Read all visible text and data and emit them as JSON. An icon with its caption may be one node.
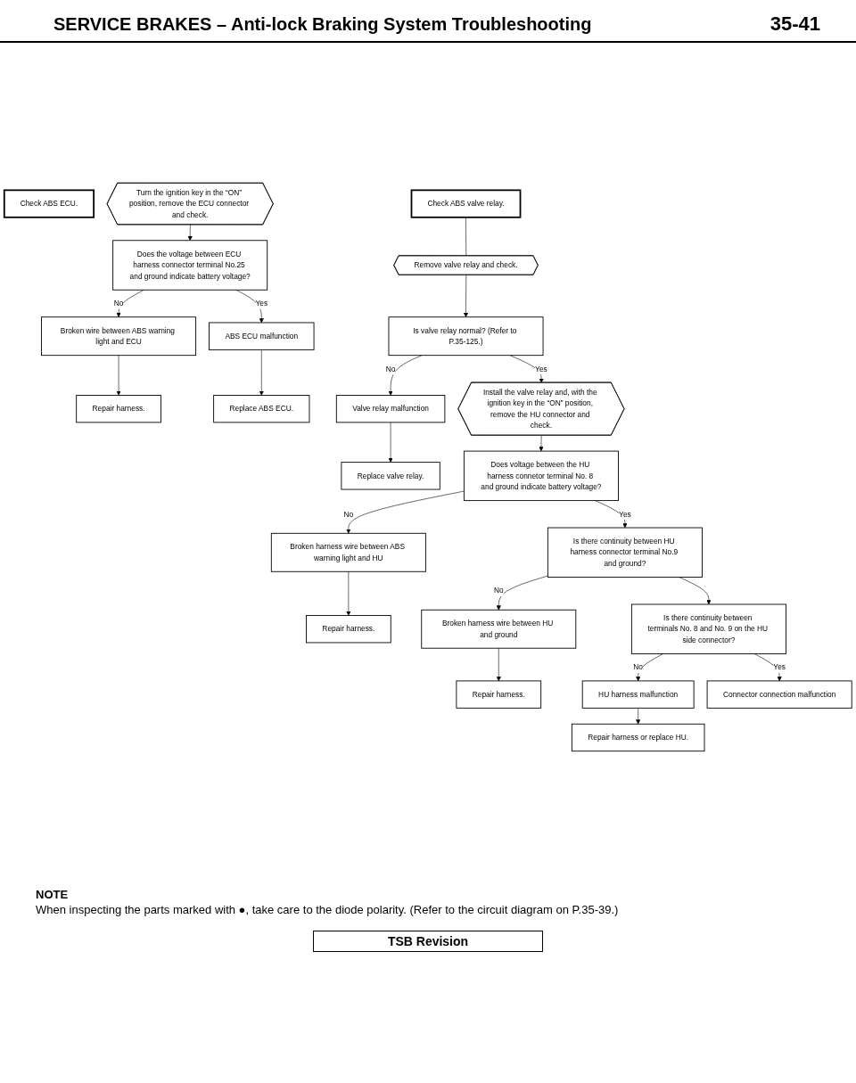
{
  "diagram": {
    "title": "SERVICE BRAKES – Anti-lock Braking System Troubleshooting",
    "nodes": [
      {
        "text": [
          "Check ABS ECU."
        ]
      },
      {
        "text": [
          "Turn the ignition key in the “ON” position, remove the ECU connector and check."
        ]
      },
      {
        "text": [
          "Does the voltage between ECU harness connector terminal No.25 and ground indicate battery voltage?"
        ]
      },
      {
        "text": [
          "Broken wire between ABS warning light and ECU"
        ]
      },
      {
        "text": [
          "Repair harness."
        ]
      },
      {
        "text": [
          "ABS ECU malfunction"
        ]
      },
      {
        "text": [
          "Replace ABS ECU."
        ]
      },
      {
        "text": [
          "Check ABS valve relay."
        ]
      },
      {
        "text": [
          "Remove valve relay and check."
        ]
      },
      {
        "text": [
          "Is valve relay normal? (Refer to P.35-125.)"
        ]
      },
      {
        "text": [
          "Valve relay malfunction"
        ]
      },
      {
        "text": [
          "Replace valve relay."
        ]
      },
      {
        "text": [
          "Install the valve relay and, with the ignition key in the “ON” position, remove the HU connector and check."
        ]
      },
      {
        "text": [
          "Does voltage between the HU harness connetor terminal No. 8 and ground indicate battery voltage?"
        ]
      },
      {
        "text": [
          "Broken harness wire between ABS warning light and HU"
        ]
      },
      {
        "text": [
          "Repair harness."
        ]
      },
      {
        "text": [
          "Is there continuity between HU harness connector terminal No.9 and ground?"
        ]
      },
      {
        "text": [
          "Broken harness wire between HU and ground"
        ]
      },
      {
        "text": [
          "Repair harness."
        ]
      },
      {
        "text": [
          "Is there continuity between terminals No. 8 and No. 9 on the HU side connector?"
        ]
      },
      {
        "text": [
          "HU harness malfunction"
        ]
      },
      {
        "text": [
          "Repair harness or replace HU."
        ]
      },
      {
        "text": [
          "Connector connection malfunction"
        ]
      }
    ],
    "edges": [
      {
        "from": 1,
        "to": 2,
        "arrow": "to"
      },
      {
        "from": 2,
        "to": 3,
        "arrow": "to",
        "label": "No"
      },
      {
        "from": 3,
        "to": 4,
        "arrow": "to"
      },
      {
        "from": 2,
        "to": 5,
        "arrow": "to",
        "label": "Yes"
      },
      {
        "from": 5,
        "to": 6,
        "arrow": "to"
      },
      {
        "from": 7,
        "to": 8,
        "arrow": "none"
      },
      {
        "from": 8,
        "to": 9,
        "arrow": "to"
      },
      {
        "from": 9,
        "to": 10,
        "arrow": "to",
        "label": "No"
      },
      {
        "from": 10,
        "to": 11,
        "arrow": "to"
      },
      {
        "from": 9,
        "to": 12,
        "arrow": "to",
        "label": "Yes"
      },
      {
        "from": 12,
        "to": 13,
        "arrow": "to"
      },
      {
        "from": 13,
        "to": 14,
        "arrow": "to",
        "label": "No"
      },
      {
        "from": 14,
        "to": 15,
        "arrow": "to"
      },
      {
        "from": 13,
        "to": 16,
        "arrow": "to",
        "label": "Yes"
      },
      {
        "from": 16,
        "to": 17,
        "arrow": "to",
        "label": "No"
      },
      {
        "from": 17,
        "to": 18,
        "arrow": "to"
      },
      {
        "from": 16,
        "to": 19,
        "arrow": "to"
      },
      {
        "from": 19,
        "to": 20,
        "arrow": "to",
        "label": "No"
      },
      {
        "from": 20,
        "to": 21,
        "arrow": "to"
      },
      {
        "from": 19,
        "to": 22,
        "arrow": "to",
        "label": "Yes"
      }
    ],
    "labels": [
      "35-41",
      "NOTE",
      "When inspecting the parts marked with ●, take care to the diode polarity. (Refer to the circuit diagram on P.35-39.)",
      "TSB Revision"
    ]
  }
}
